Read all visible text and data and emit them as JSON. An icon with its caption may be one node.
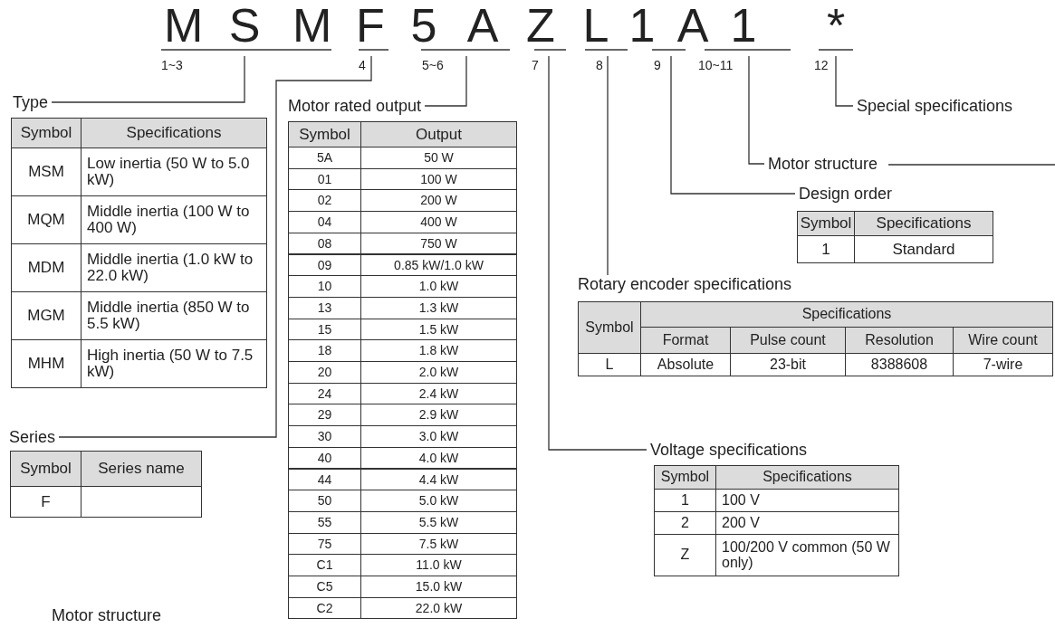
{
  "diagram": {
    "nodes": [
      {
        "text": [
          "1~3"
        ]
      },
      {
        "text": [
          "4"
        ]
      },
      {
        "text": [
          "5~6"
        ]
      },
      {
        "text": [
          "7"
        ]
      },
      {
        "text": [
          "8"
        ]
      },
      {
        "text": [
          "9"
        ]
      },
      {
        "text": [
          "10~11"
        ]
      },
      {
        "text": [
          "12"
        ]
      },
      {
        "text": [
          "Type"
        ]
      },
      {
        "text": [
          "Series"
        ]
      },
      {
        "text": [
          "Motor rated output"
        ]
      },
      {
        "text": [
          "Voltage specifications"
        ]
      },
      {
        "text": [
          "Rotary encoder specifications"
        ]
      },
      {
        "text": [
          "Design order"
        ]
      },
      {
        "text": [
          "Motor structure"
        ]
      },
      {
        "text": [
          "Special specifications"
        ]
      },
      {
        "text": [
          "Motor structure"
        ]
      }
    ],
    "edges": [
      {
        "from": 0,
        "to": 8,
        "arrow": "none"
      },
      {
        "from": 1,
        "to": 9,
        "arrow": "none"
      },
      {
        "from": 2,
        "to": 10,
        "arrow": "none"
      },
      {
        "from": 3,
        "to": 11,
        "arrow": "none"
      },
      {
        "from": 4,
        "to": 12,
        "arrow": "none"
      },
      {
        "from": 5,
        "to": 13,
        "arrow": "none"
      },
      {
        "from": 6,
        "to": 14,
        "arrow": "none"
      },
      {
        "from": 7,
        "to": 15,
        "arrow": "none"
      },
      {
        "from": 14,
        "to": null,
        "arrow": "none"
      }
    ],
    "labels": [
      "M",
      "S",
      "M",
      "F",
      "5",
      "A",
      "Z",
      "L",
      "1",
      "A",
      "1",
      "*",
      "Symbol",
      "Specifications",
      "MSM",
      "Low inertia (50 W to 5.0 kW)",
      "MQM",
      "Middle inertia (100 W to 400 W)",
      "MDM",
      "Middle inertia (1.0 kW to 22.0 kW)",
      "MGM",
      "Middle inertia (850 W to 5.5 kW)",
      "MHM",
      "High inertia (50 W to 7.5 kW)",
      "Symbol",
      "Series name",
      "F",
      "Symbol",
      "Output",
      "5A",
      "50 W",
      "01",
      "100 W",
      "02",
      "200 W",
      "04",
      "400 W",
      "08",
      "750 W",
      "09",
      "0.85 kW/1.0 kW",
      "10",
      "1.0 kW",
      "13",
      "1.3 kW",
      "15",
      "1.5 kW",
      "18",
      "1.8 kW",
      "20",
      "2.0 kW",
      "24",
      "2.4 kW",
      "29",
      "2.9 kW",
      "30",
      "3.0 kW",
      "40",
      "4.0 kW",
      "44",
      "4.4 kW",
      "50",
      "5.0 kW",
      "55",
      "5.5 kW",
      "75",
      "7.5 kW",
      "C1",
      "11.0 kW",
      "C5",
      "15.0 kW",
      "C2",
      "22.0 kW",
      "Symbol",
      "Specifications",
      "1",
      "Standard",
      "Symbol",
      "Specifications",
      "Format",
      "Pulse count",
      "Resolution",
      "Wire count",
      "L",
      "Absolute",
      "23-bit",
      "8388608",
      "7-wire",
      "Symbol",
      "Specifications",
      "1",
      "100 V",
      "2",
      "200 V",
      "Z",
      "100/200 V common (50 W only)"
    ]
  }
}
